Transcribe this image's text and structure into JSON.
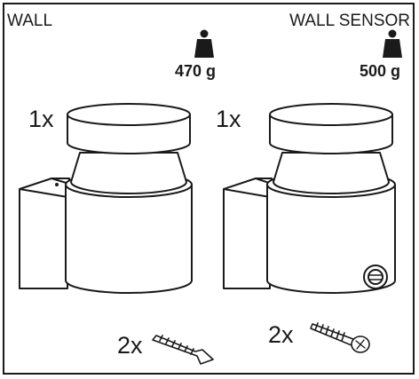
{
  "products": [
    {
      "name": "WALL",
      "weight": "470 g",
      "lamp_quantity": "1x",
      "plug_quantity": "2x",
      "weight_icon": "weight-icon",
      "accessory_icon": "wall-plug-icon"
    },
    {
      "name": "WALL SENSOR",
      "weight": "500 g",
      "lamp_quantity": "1x",
      "screw_quantity": "2x",
      "weight_icon": "weight-icon",
      "accessory_icon": "screw-icon"
    }
  ]
}
